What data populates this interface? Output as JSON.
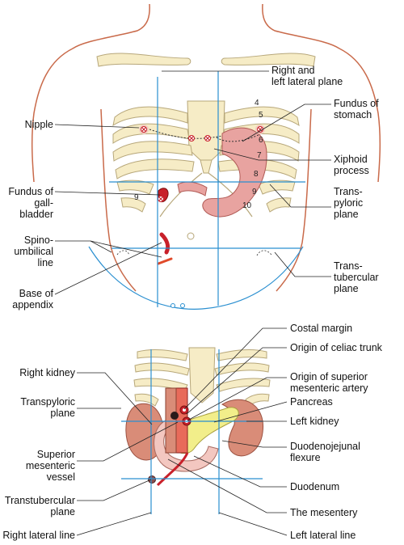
{
  "colors": {
    "skin": "#c96a4a",
    "bone": "#f6ecc6",
    "bone_stroke": "#b7a77a",
    "plane": "#2a8fd0",
    "organ_pink": "#e8a3a0",
    "kidney": "#d98c78",
    "pancreas": "#f2ee8a",
    "vessel": "#c8202a",
    "duodenum": "#f3c7c0"
  },
  "top_figure": {
    "labels": {
      "lateral_plane": "Right and\nleft lateral plane",
      "fundus_stomach": "Fundus of\nstomach",
      "nipple": "Nipple",
      "xiphoid": "Xiphoid\nprocess",
      "fundus_gallbladder": "Fundus of\ngall-\nbladder",
      "transpyloric": "Trans-\npyloric\nplane",
      "spinoumbilical": "Spino-\numbilical\nline",
      "transtubercular": "Trans-\ntubercular\nplane",
      "base_appendix": "Base of\nappendix"
    },
    "rib_numbers": [
      "4",
      "5",
      "6",
      "7",
      "8",
      "9",
      "10",
      "9"
    ]
  },
  "bottom_figure": {
    "labels": {
      "costal_margin": "Costal margin",
      "celiac": "Origin of celiac trunk",
      "right_kidney": "Right kidney",
      "sma": "Origin of superior\nmesenteric artery",
      "transpyloric": "Transpyloric\nplane",
      "pancreas": "Pancreas",
      "left_kidney": "Left kidney",
      "smv": "Superior\nmesenteric\nvessel",
      "dj_flexure": "Duodenojejunal\nflexure",
      "duodenum": "Duodenum",
      "transtubercular": "Transtubercular\nplane",
      "mesentery": "The mesentery",
      "right_lateral": "Right lateral line",
      "left_lateral": "Left lateral line"
    }
  }
}
